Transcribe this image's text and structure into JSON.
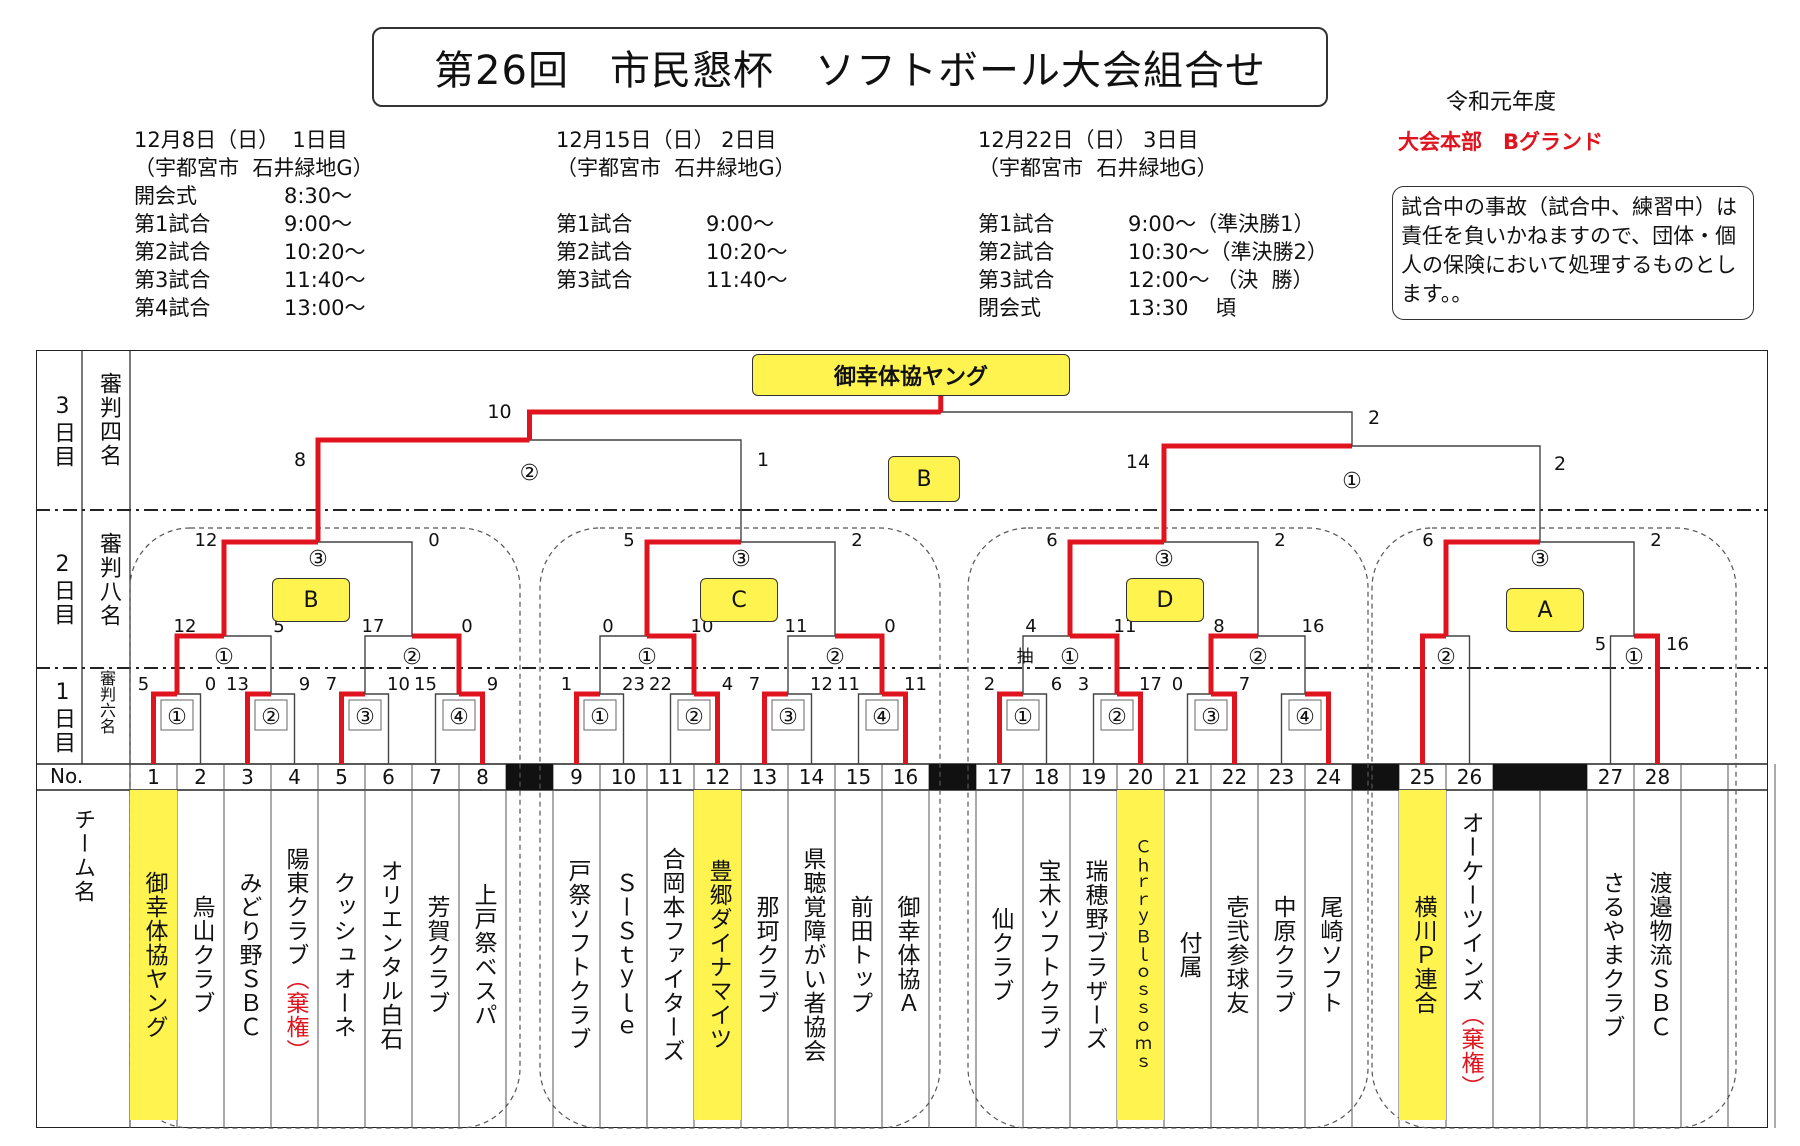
{
  "title": "第26回　市民懇杯　ソフトボール大会組合せ",
  "era": "令和元年度",
  "hq": "大会本部　Bグランド",
  "notice": "試合中の事故（試合中、練習中）は責任を負いかねますので、団体・個人の保険において処理するものとします。。",
  "days": [
    {
      "date": "12月8日（日）  1日目",
      "venue": "（宇都宮市  石井緑地G）",
      "rows": [
        [
          "開会式",
          "8:30〜"
        ],
        [
          "第1試合",
          "9:00〜"
        ],
        [
          "第2試合",
          "10:20〜"
        ],
        [
          "第3試合",
          "11:40〜"
        ],
        [
          "第4試合",
          "13:00〜"
        ]
      ]
    },
    {
      "date": "12月15日（日） 2日目",
      "venue": "（宇都宮市  石井緑地G）",
      "rows": [
        [
          "",
          ""
        ],
        [
          "第1試合",
          "9:00〜"
        ],
        [
          "第2試合",
          "10:20〜"
        ],
        [
          "第3試合",
          "11:40〜"
        ]
      ]
    },
    {
      "date": "12月22日（日） 3日目",
      "venue": "（宇都宮市  石井緑地G）",
      "rows": [
        [
          "",
          ""
        ],
        [
          "第1試合",
          "9:00〜（準決勝1）"
        ],
        [
          "第2試合",
          "10:30〜（準決勝2）"
        ],
        [
          "第3試合",
          "12:00〜 （決  勝）"
        ],
        [
          "閉会式",
          "13:30    頃"
        ]
      ]
    }
  ],
  "left_labels": {
    "day3": "3日目",
    "day3_ref": "審判四名",
    "day2": "2日目",
    "day2_ref": "審判八名",
    "day1": "1日目",
    "day1_ref": "審判六名",
    "no": "No.",
    "team": "チーム名"
  },
  "champion": "御幸体協ヤング",
  "blocks": [
    "B",
    "C",
    "D",
    "A",
    "B"
  ],
  "tie_note": "抽",
  "teams": [
    {
      "no": "1",
      "name": "御幸体協ヤング",
      "hl": true
    },
    {
      "no": "2",
      "name": "烏山クラブ"
    },
    {
      "no": "3",
      "name": "みどり野ＳＢＣ"
    },
    {
      "no": "4",
      "name": "陽東クラブ",
      "forfeit": "（棄権）"
    },
    {
      "no": "5",
      "name": "クッシュオーネ"
    },
    {
      "no": "6",
      "name": "オリエンタル白石"
    },
    {
      "no": "7",
      "name": "芳賀クラブ"
    },
    {
      "no": "8",
      "name": "上戸祭ベスパ"
    },
    {
      "no": "9",
      "name": "戸祭ソフトクラブ"
    },
    {
      "no": "10",
      "name": "ＳーＳｔｙｌｅ"
    },
    {
      "no": "11",
      "name": "合岡本ファイターズ"
    },
    {
      "no": "12",
      "name": "豊郷ダイナマイツ",
      "hl": true
    },
    {
      "no": "13",
      "name": "那珂クラブ"
    },
    {
      "no": "14",
      "name": "県聴覚障がい者協会"
    },
    {
      "no": "15",
      "name": "前田トップ"
    },
    {
      "no": "16",
      "name": "御幸体協Ａ"
    },
    {
      "no": "17",
      "name": "仙クラブ"
    },
    {
      "no": "18",
      "name": "宝木ソフトクラブ"
    },
    {
      "no": "19",
      "name": "瑞穂野ブラザーズ"
    },
    {
      "no": "20",
      "name": "ＣｈｒｒｙＢｌｏｓｓｏｍｓ",
      "hl": true,
      "small": true
    },
    {
      "no": "21",
      "name": "付属"
    },
    {
      "no": "22",
      "name": "壱弐参球友"
    },
    {
      "no": "23",
      "name": "中原クラブ"
    },
    {
      "no": "24",
      "name": "尾崎ソフト"
    },
    {
      "no": "25",
      "name": "横川Ｐ連合",
      "hl": true
    },
    {
      "no": "26",
      "name": "オーケーツインズ",
      "forfeit": "（棄権）"
    },
    {
      "no": "27",
      "name": "さるやまクラブ"
    },
    {
      "no": "28",
      "name": "渡邉物流ＳＢＣ"
    }
  ],
  "scores": {
    "d1": [
      "5",
      "0",
      "13",
      "9",
      "7",
      "10",
      "15",
      "9",
      "1",
      "23",
      "22",
      "4",
      "7",
      "12",
      "11",
      "11",
      "2",
      "6",
      "3",
      "17",
      "0",
      "7"
    ],
    "d2r1": [
      "12",
      "5",
      "17",
      "0",
      "0",
      "10",
      "11",
      "0",
      "4",
      "11",
      "8",
      "16",
      "5",
      "16"
    ],
    "d2r2": [
      "12",
      "0",
      "5",
      "2",
      "6",
      "2",
      "6",
      "2"
    ],
    "d3": [
      "8",
      "1",
      "14",
      "2"
    ],
    "final": [
      "10",
      "2"
    ]
  },
  "game_marks": {
    "d1": [
      "①",
      "②",
      "③",
      "④",
      "①",
      "②",
      "③",
      "④",
      "①",
      "②",
      "③",
      "④"
    ],
    "d2r1": [
      "①",
      "②",
      "①",
      "②",
      "①",
      "②",
      "②",
      "①"
    ],
    "d2r2": [
      "③",
      "③",
      "③",
      "③"
    ],
    "d3": [
      "②",
      "①"
    ]
  }
}
